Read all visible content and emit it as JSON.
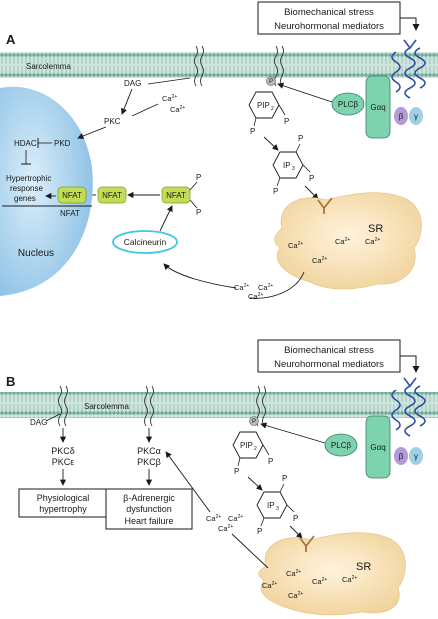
{
  "panel_a": {
    "letter": "A",
    "stress_line1": "Biomechanical stress",
    "stress_line2": "Neurohormonal mediators",
    "sarcolemma": "Sarcolemma",
    "dag": "DAG",
    "pkc": "PKC",
    "pkd": "PKD",
    "hdac": "HDAC",
    "hyp1": "Hypertrophic",
    "hyp2": "response",
    "hyp3": "genes",
    "nfat": "NFAT",
    "nucleus": "Nucleus",
    "calcineurin": "Calcineurin",
    "sr": "SR",
    "plcb": "PLCβ",
    "galpha": "Gαq",
    "beta": "β",
    "gamma": "γ",
    "p": "P",
    "pip": "PIP",
    "pip_sub": "2",
    "ip": "IP",
    "ip_sub": "3",
    "ca": "Ca",
    "ca_sup": "2+"
  },
  "panel_b": {
    "letter": "B",
    "stress_line1": "Biomechanical stress",
    "stress_line2": "Neurohormonal mediators",
    "sarcolemma": "Sarcolemma",
    "dag": "DAG",
    "pkcd": "PKCδ",
    "pkce": "PKCε",
    "pkca": "PKCα",
    "pkcb": "PKCβ",
    "physio1": "Physiological",
    "physio2": "hypertrophy",
    "badr1": "β-Adrenergic",
    "badr2": "dysfunction",
    "badr3": "Heart failure",
    "sr": "SR",
    "plcb": "PLCβ",
    "galpha": "Gαq",
    "beta": "β",
    "gamma": "γ",
    "p": "P",
    "pip": "PIP",
    "pip_sub": "2",
    "ip": "IP",
    "ip_sub": "3",
    "ca": "Ca",
    "ca_sup": "2+"
  },
  "colors": {
    "membrane": "#7fb5a8",
    "nucleus": "#8fc3e6",
    "sr": "#f6dcae",
    "plc": "#7dd3ad",
    "nfat": "#c2dd55",
    "receptor": "#2f4fa5",
    "beta_sub": "#b39ad8",
    "gamma_sub": "#9ed0e6",
    "calcineurin": "#3ec8e6"
  }
}
